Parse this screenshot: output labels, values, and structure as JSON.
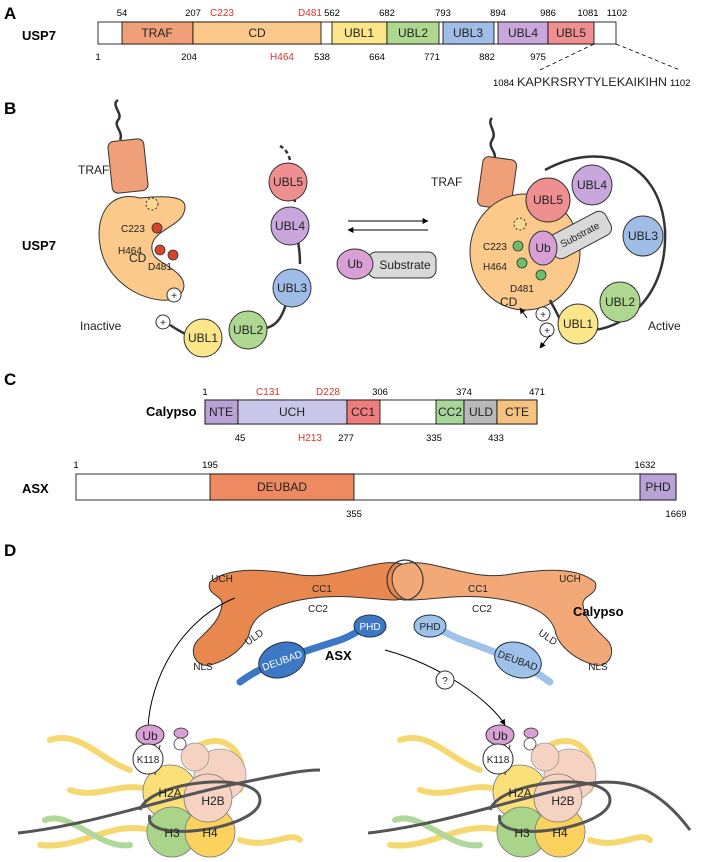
{
  "panel_labels": {
    "a": "A",
    "b": "B",
    "c": "C",
    "d": "D"
  },
  "usp7": {
    "name": "USP7",
    "domains": [
      "TRAF",
      "CD",
      "UBL1",
      "UBL2",
      "UBL3",
      "UBL4",
      "UBL5"
    ],
    "top_numbers": [
      "54",
      "207",
      "562",
      "682",
      "793",
      "894",
      "986",
      "1081",
      "1102"
    ],
    "bottom_numbers": [
      "1",
      "204",
      "538",
      "664",
      "771",
      "882",
      "975"
    ],
    "top_residues": [
      "C223",
      "D481"
    ],
    "bottom_residue": "H464",
    "tail_start": "1084",
    "tail_sequence": "KAPKRSRYTYLEKAIKIHN",
    "tail_end": "1102"
  },
  "panel_b": {
    "protein_label": "USP7",
    "inactive": {
      "state": "Inactive",
      "traf": "TRAF",
      "cd": "CD",
      "residues": [
        "C223",
        "H464",
        "D481"
      ],
      "ubls": [
        "UBL1",
        "UBL2",
        "UBL3",
        "UBL4",
        "UBL5"
      ],
      "plus": "+"
    },
    "middle": {
      "ub": "Ub",
      "substrate": "Substrate"
    },
    "active": {
      "state": "Active",
      "traf": "TRAF",
      "cd": "CD",
      "residues": [
        "C223",
        "H464",
        "D481"
      ],
      "ub": "Ub",
      "substrate": "Substrate",
      "ubls": [
        "UBL1",
        "UBL2",
        "UBL3",
        "UBL4",
        "UBL5"
      ],
      "plus": "+"
    }
  },
  "calypso": {
    "name": "Calypso",
    "domains": [
      "NTE",
      "UCH",
      "CC1",
      "CC2",
      "ULD",
      "CTE"
    ],
    "top_numbers": [
      "1",
      "306",
      "374",
      "471"
    ],
    "bottom_numbers": [
      "45",
      "277",
      "335",
      "433"
    ],
    "top_residues": [
      "C131",
      "D228"
    ],
    "bottom_residue": "H213"
  },
  "asx": {
    "name": "ASX",
    "domains": [
      "DEUBAD",
      "PHD"
    ],
    "top_numbers": [
      "1",
      "195",
      "1632"
    ],
    "bottom_numbers": [
      "355",
      "1669"
    ]
  },
  "panel_d": {
    "calypso_label": "Calypso",
    "asx_label": "ASX",
    "calypso_parts": [
      "UCH",
      "CC1",
      "CC2",
      "ULD",
      "NLS",
      "UCH",
      "CC1",
      "CC2",
      "ULD",
      "NLS"
    ],
    "asx_parts": [
      "DEUBAD",
      "PHD",
      "PHD",
      "DEUBAD"
    ],
    "question": "?",
    "left_nucleosome": {
      "ub": "Ub",
      "lys": "K118",
      "histones": [
        "H2A",
        "H2B",
        "H3",
        "H4"
      ]
    },
    "right_nucleosome": {
      "ub": "Ub",
      "lys": "K118",
      "histones": [
        "H2A",
        "H2B",
        "H3",
        "H4"
      ]
    }
  },
  "colors": {
    "traf": "#f0a078",
    "cd": "#fbc98a",
    "ubl1": "#fbe78a",
    "ubl2": "#aed88f",
    "ubl3": "#9fbde6",
    "ubl4": "#c9a7dd",
    "ubl5": "#ef8f8f",
    "ub": "#d9a0d6",
    "substrate": "#d9d9d9",
    "residue_red": "#d8352b",
    "nte": "#b9a3d6",
    "uch": "#c9c6ea",
    "cc1": "#ef7d7d",
    "cc2": "#a9d79a",
    "uld": "#b9b9b9",
    "cte": "#f6c280",
    "deubad": "#ee8a62",
    "phd": "#b9a3d6",
    "calypso_orange": "#e8884f",
    "asx_blue": "#3d78c4",
    "asx_light": "#9ec2ea",
    "h2a": "#fbe07a",
    "h2b": "#f6d2c2",
    "h3": "#a9d48a",
    "h4": "#fbd25e"
  }
}
